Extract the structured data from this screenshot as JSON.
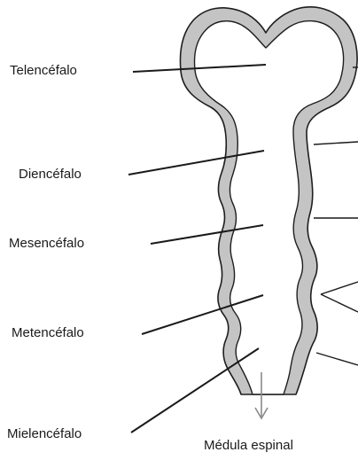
{
  "diagram": {
    "labels": {
      "telencefalo": "Telencéfalo",
      "diencefalo": "Diencéfalo",
      "mesencefalo": "Mesencéfalo",
      "metencefalo": "Metencéfalo",
      "mielencefalo": "Mielencéfalo",
      "medula": "Médula espinal"
    },
    "colors": {
      "wall_fill": "#c4c4c4",
      "wall_stroke": "#1e1e1e",
      "lumen": "#ffffff",
      "leader": "#1a1a1a",
      "arrow": "#8a8a8a"
    }
  }
}
